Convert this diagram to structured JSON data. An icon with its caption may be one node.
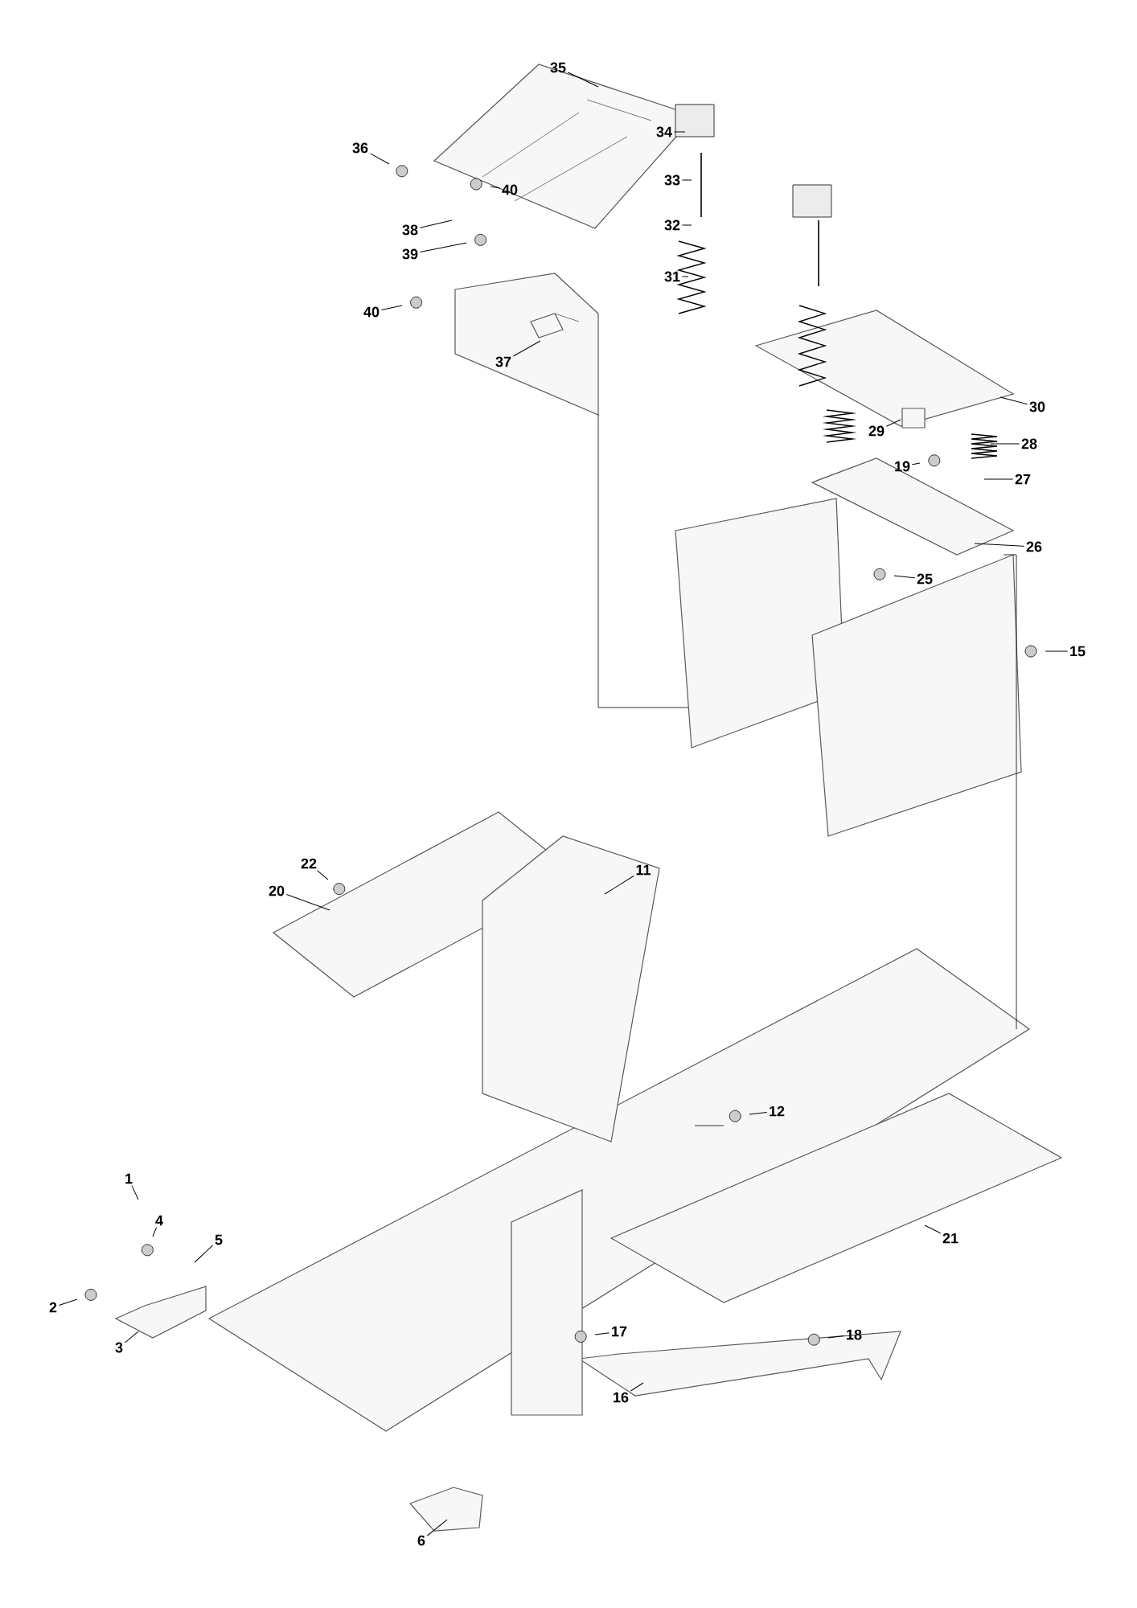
{
  "diagram": {
    "nodes": [
      {
        "text": [
          "35"
        ]
      },
      {
        "text": [
          "36"
        ]
      },
      {
        "text": [
          "40"
        ]
      },
      {
        "text": [
          "38"
        ]
      },
      {
        "text": [
          "39"
        ]
      },
      {
        "text": [
          "40"
        ]
      },
      {
        "text": [
          "37"
        ]
      },
      {
        "text": [
          "34"
        ]
      },
      {
        "text": [
          "33"
        ]
      },
      {
        "text": [
          "32"
        ]
      },
      {
        "text": [
          "31"
        ]
      },
      {
        "text": [
          "30"
        ]
      },
      {
        "text": [
          "29"
        ]
      },
      {
        "text": [
          "28"
        ]
      },
      {
        "text": [
          "19"
        ]
      },
      {
        "text": [
          "27"
        ]
      },
      {
        "text": [
          "26"
        ]
      },
      {
        "text": [
          "25"
        ]
      },
      {
        "text": [
          "15"
        ]
      },
      {
        "text": [
          "22"
        ]
      },
      {
        "text": [
          "20"
        ]
      },
      {
        "text": [
          "11"
        ]
      },
      {
        "text": [
          "12"
        ]
      },
      {
        "text": [
          "21"
        ]
      },
      {
        "text": [
          "1"
        ]
      },
      {
        "text": [
          "4"
        ]
      },
      {
        "text": [
          "5"
        ]
      },
      {
        "text": [
          "2"
        ]
      },
      {
        "text": [
          "3"
        ]
      },
      {
        "text": [
          "17"
        ]
      },
      {
        "text": [
          "18"
        ]
      },
      {
        "text": [
          "16"
        ]
      },
      {
        "text": [
          "6"
        ]
      }
    ],
    "edges": [
      {
        "from": 0,
        "to": null,
        "arrow": "none"
      },
      {
        "from": 1,
        "to": null,
        "arrow": "none"
      },
      {
        "from": 2,
        "to": null,
        "arrow": "none"
      },
      {
        "from": 3,
        "to": null,
        "arrow": "none"
      },
      {
        "from": 4,
        "to": null,
        "arrow": "none"
      },
      {
        "from": 5,
        "to": null,
        "arrow": "none"
      },
      {
        "from": 6,
        "to": null,
        "arrow": "none"
      },
      {
        "from": 7,
        "to": null,
        "arrow": "none"
      },
      {
        "from": 8,
        "to": null,
        "arrow": "none"
      },
      {
        "from": 9,
        "to": null,
        "arrow": "none"
      },
      {
        "from": 10,
        "to": null,
        "arrow": "none"
      },
      {
        "from": 11,
        "to": null,
        "arrow": "none"
      },
      {
        "from": 12,
        "to": null,
        "arrow": "none"
      },
      {
        "from": 13,
        "to": null,
        "arrow": "none"
      },
      {
        "from": 14,
        "to": null,
        "arrow": "none"
      },
      {
        "from": 15,
        "to": null,
        "arrow": "none"
      },
      {
        "from": 16,
        "to": null,
        "arrow": "none"
      },
      {
        "from": 17,
        "to": null,
        "arrow": "none"
      },
      {
        "from": 18,
        "to": null,
        "arrow": "none"
      },
      {
        "from": 19,
        "to": null,
        "arrow": "none"
      },
      {
        "from": 20,
        "to": null,
        "arrow": "none"
      },
      {
        "from": 21,
        "to": null,
        "arrow": "none"
      },
      {
        "from": 22,
        "to": null,
        "arrow": "none"
      },
      {
        "from": 23,
        "to": null,
        "arrow": "none"
      },
      {
        "from": 24,
        "to": null,
        "arrow": "none"
      },
      {
        "from": 25,
        "to": null,
        "arrow": "none"
      },
      {
        "from": 26,
        "to": null,
        "arrow": "none"
      },
      {
        "from": 27,
        "to": null,
        "arrow": "none"
      },
      {
        "from": 28,
        "to": null,
        "arrow": "none"
      },
      {
        "from": 29,
        "to": null,
        "arrow": "none"
      },
      {
        "from": 30,
        "to": null,
        "arrow": "none"
      },
      {
        "from": 31,
        "to": null,
        "arrow": "none"
      },
      {
        "from": 32,
        "to": null,
        "arrow": "none"
      }
    ]
  }
}
